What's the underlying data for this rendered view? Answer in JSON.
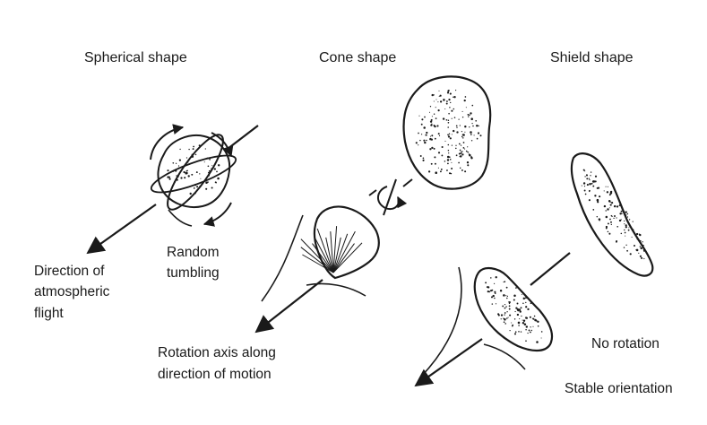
{
  "titles": {
    "spherical": "Spherical shape",
    "cone": "Cone shape",
    "shield": "Shield shape"
  },
  "spherical": {
    "direction_line1": "Direction of",
    "direction_line2": "atmospheric",
    "direction_line3": "flight",
    "motion_line1": "Random",
    "motion_line2": "tumbling"
  },
  "cone": {
    "axis_line1": "Rotation axis along",
    "axis_line2": "direction of motion"
  },
  "shield": {
    "rotation": "No rotation",
    "orientation": "Stable orientation"
  },
  "colors": {
    "ink": "#1a1a1a",
    "background": "#ffffff"
  }
}
